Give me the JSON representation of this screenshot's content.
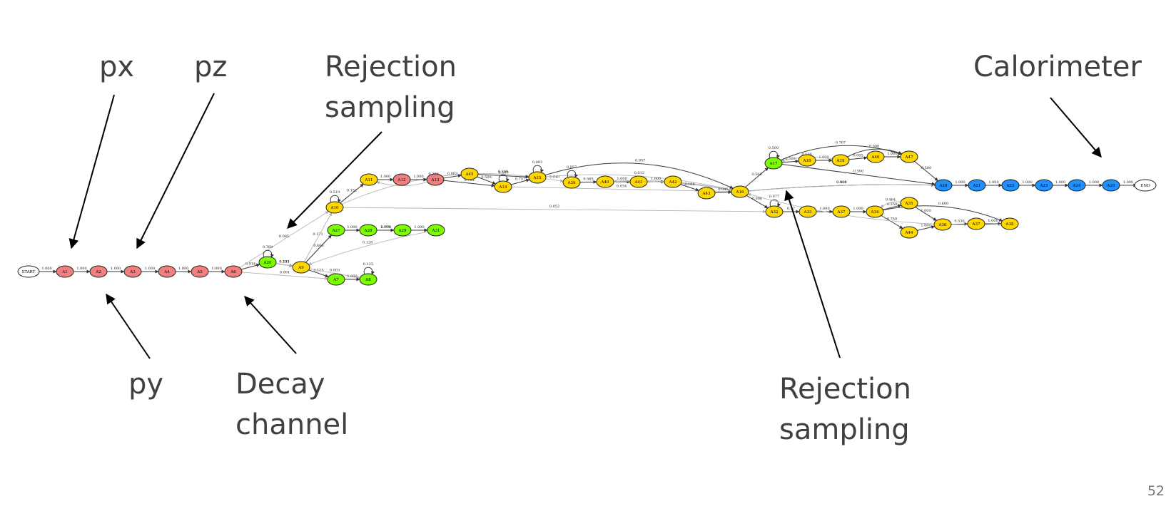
{
  "slide": {
    "page_number": "52"
  },
  "callouts": {
    "px": "px",
    "pz": "pz",
    "py": "py",
    "rejection_top_1": "Rejection",
    "rejection_top_2": "sampling",
    "decay_1": "Decay",
    "decay_2": "channel",
    "rejection_bottom_1": "Rejection",
    "rejection_bottom_2": "sampling",
    "calorimeter": "Calorimeter"
  },
  "colors": {
    "red": "#f08080",
    "green": "#7cfc00",
    "yellow": "#ffd700",
    "blue": "#1e90ff",
    "white": "#ffffff",
    "edge": "#333333",
    "soft_edge": "#b0b0b0"
  },
  "graph": {
    "nodes": [
      {
        "id": "START",
        "label": "START",
        "color": "white"
      },
      {
        "id": "n1",
        "label": "A1",
        "color": "red"
      },
      {
        "id": "n2",
        "label": "A2",
        "color": "red"
      },
      {
        "id": "n3",
        "label": "A3",
        "color": "red"
      },
      {
        "id": "n4",
        "label": "A4",
        "color": "red"
      },
      {
        "id": "n5",
        "label": "A5",
        "color": "red"
      },
      {
        "id": "n6",
        "label": "A6",
        "color": "red"
      },
      {
        "id": "n7",
        "label": "A20",
        "color": "green"
      },
      {
        "id": "n8",
        "label": "A9",
        "color": "yellow"
      },
      {
        "id": "n9",
        "label": "A10",
        "color": "yellow"
      },
      {
        "id": "n10",
        "label": "A27",
        "color": "green"
      },
      {
        "id": "n11",
        "label": "A28",
        "color": "green"
      },
      {
        "id": "n12",
        "label": "A29",
        "color": "green"
      },
      {
        "id": "n13",
        "label": "A31",
        "color": "green"
      },
      {
        "id": "n14",
        "label": "A7",
        "color": "green"
      },
      {
        "id": "n15",
        "label": "A8",
        "color": "green"
      },
      {
        "id": "n16",
        "label": "A11",
        "color": "yellow"
      },
      {
        "id": "n17",
        "label": "A12",
        "color": "red"
      },
      {
        "id": "n18",
        "label": "A13",
        "color": "red"
      },
      {
        "id": "n19",
        "label": "A45",
        "color": "yellow"
      },
      {
        "id": "n20",
        "label": "A14",
        "color": "yellow"
      },
      {
        "id": "n21",
        "label": "A15",
        "color": "yellow"
      },
      {
        "id": "n22",
        "label": "A39",
        "color": "yellow"
      },
      {
        "id": "n23",
        "label": "A40",
        "color": "yellow"
      },
      {
        "id": "n24",
        "label": "A41",
        "color": "yellow"
      },
      {
        "id": "n25",
        "label": "A42",
        "color": "yellow"
      },
      {
        "id": "n26",
        "label": "A43",
        "color": "yellow"
      },
      {
        "id": "n27",
        "label": "A16",
        "color": "yellow"
      },
      {
        "id": "n28",
        "label": "A17",
        "color": "green"
      },
      {
        "id": "n29",
        "label": "A18",
        "color": "yellow"
      },
      {
        "id": "n30",
        "label": "A19",
        "color": "yellow"
      },
      {
        "id": "n31",
        "label": "A46",
        "color": "yellow"
      },
      {
        "id": "n32",
        "label": "A47",
        "color": "yellow"
      },
      {
        "id": "n33",
        "label": "A32",
        "color": "yellow"
      },
      {
        "id": "n34",
        "label": "A33",
        "color": "yellow"
      },
      {
        "id": "n35",
        "label": "A37",
        "color": "yellow"
      },
      {
        "id": "n36",
        "label": "A34",
        "color": "yellow"
      },
      {
        "id": "n37",
        "label": "A35",
        "color": "yellow"
      },
      {
        "id": "n38",
        "label": "A44",
        "color": "yellow"
      },
      {
        "id": "n39",
        "label": "A36",
        "color": "yellow"
      },
      {
        "id": "n40",
        "label": "A37",
        "color": "yellow"
      },
      {
        "id": "n41",
        "label": "A38",
        "color": "yellow"
      },
      {
        "id": "n42",
        "label": "A20",
        "color": "blue"
      },
      {
        "id": "n43",
        "label": "A21",
        "color": "blue"
      },
      {
        "id": "n44",
        "label": "A22",
        "color": "blue"
      },
      {
        "id": "n45",
        "label": "A23",
        "color": "blue"
      },
      {
        "id": "n46",
        "label": "A24",
        "color": "blue"
      },
      {
        "id": "n47",
        "label": "A25",
        "color": "blue"
      },
      {
        "id": "END",
        "label": "END",
        "color": "white"
      }
    ],
    "edges": [
      {
        "from": "START",
        "to": "n1",
        "label": "1.000"
      },
      {
        "from": "n1",
        "to": "n2",
        "label": "1.000"
      },
      {
        "from": "n2",
        "to": "n3",
        "label": "1.000"
      },
      {
        "from": "n3",
        "to": "n4",
        "label": "1.000"
      },
      {
        "from": "n4",
        "to": "n5",
        "label": "1.000"
      },
      {
        "from": "n5",
        "to": "n6",
        "label": "1.000"
      },
      {
        "from": "n6",
        "to": "n7",
        "label": "0.914"
      },
      {
        "from": "n6",
        "to": "n9",
        "label": "0.085",
        "soft": true
      },
      {
        "from": "n6",
        "to": "n14",
        "label": "0.001",
        "soft": true
      },
      {
        "from": "n7",
        "to": "n7",
        "label": "0.769",
        "self": true
      },
      {
        "from": "n7",
        "to": "n8",
        "label": "0.143"
      },
      {
        "from": "n7",
        "to": "n8",
        "label": "0.231",
        "soft": true,
        "rev": true
      },
      {
        "from": "n8",
        "to": "n9",
        "label": "0.171",
        "soft": true
      },
      {
        "from": "n8",
        "to": "n10",
        "label": "0.666"
      },
      {
        "from": "n8",
        "to": "n14",
        "label": "0.125"
      },
      {
        "from": "n8",
        "to": "n15",
        "label": "0.003",
        "soft": true
      },
      {
        "from": "n9",
        "to": "n9",
        "label": "0.519",
        "self": true
      },
      {
        "from": "n9",
        "to": "n16",
        "label": "0.152"
      },
      {
        "from": "n9",
        "to": "n21",
        "label": "0.266",
        "soft": true
      },
      {
        "from": "n9",
        "to": "n33",
        "label": "0.052",
        "soft": true
      },
      {
        "from": "n10",
        "to": "n11",
        "label": "1.000"
      },
      {
        "from": "n10",
        "to": "n13",
        "label": "0.770"
      },
      {
        "from": "n11",
        "to": "n12",
        "label": "1.000"
      },
      {
        "from": "n12",
        "to": "n13",
        "label": "1.000"
      },
      {
        "from": "n13",
        "to": "n8",
        "label": "0.128",
        "soft": true
      },
      {
        "from": "n14",
        "to": "n15",
        "label": "1.000"
      },
      {
        "from": "n15",
        "to": "n15",
        "label": "0.125",
        "self": true
      },
      {
        "from": "n16",
        "to": "n17",
        "label": "1.000"
      },
      {
        "from": "n17",
        "to": "n18",
        "label": "1.000"
      },
      {
        "from": "n18",
        "to": "n16",
        "label": "0.233",
        "soft": true
      },
      {
        "from": "n18",
        "to": "n19",
        "label": "0.003"
      },
      {
        "from": "n18",
        "to": "n20",
        "label": "0.705"
      },
      {
        "from": "n19",
        "to": "n20",
        "label": "0.500"
      },
      {
        "from": "n19",
        "to": "n21",
        "label": "0.500"
      },
      {
        "from": "n20",
        "to": "n20",
        "label": "0.200",
        "self": true
      },
      {
        "from": "n20",
        "to": "n21",
        "label": "0.757"
      },
      {
        "from": "n20",
        "to": "n27",
        "label": "0.034",
        "soft": true
      },
      {
        "from": "n21",
        "to": "n21",
        "label": "0.003",
        "self": true
      },
      {
        "from": "n21",
        "to": "n22",
        "label": "0.040",
        "soft": true
      },
      {
        "from": "n21",
        "to": "n27",
        "label": "0.957"
      },
      {
        "from": "n21",
        "to": "n27",
        "label": "0.012",
        "soft": true
      },
      {
        "from": "n22",
        "to": "n22",
        "label": "0.057",
        "self": true
      },
      {
        "from": "n22",
        "to": "n23",
        "label": "0.565"
      },
      {
        "from": "n23",
        "to": "n24",
        "label": "1.000"
      },
      {
        "from": "n24",
        "to": "n25",
        "label": "1.000"
      },
      {
        "from": "n23",
        "to": "n27",
        "label": "0.146",
        "soft": true
      },
      {
        "from": "n27",
        "to": "n23",
        "label": "0.057",
        "soft": true
      },
      {
        "from": "n25",
        "to": "n26",
        "label": "0.108"
      },
      {
        "from": "n26",
        "to": "n27",
        "label": "0.045"
      },
      {
        "from": "n27",
        "to": "n28",
        "label": "0.506"
      },
      {
        "from": "n27",
        "to": "n33",
        "label": "0.006"
      },
      {
        "from": "n27",
        "to": "n42",
        "label": "0.400"
      },
      {
        "from": "n27",
        "to": "n42",
        "label": "0.004",
        "soft": true
      },
      {
        "from": "n28",
        "to": "n28",
        "label": "0.500",
        "self": true
      },
      {
        "from": "n28",
        "to": "n29",
        "label": "0.500"
      },
      {
        "from": "n28",
        "to": "n42",
        "label": "0.500"
      },
      {
        "from": "n29",
        "to": "n30",
        "label": "1.000"
      },
      {
        "from": "n30",
        "to": "n28",
        "label": "0.100",
        "soft": true
      },
      {
        "from": "n30",
        "to": "n31",
        "label": "0.005"
      },
      {
        "from": "n31",
        "to": "n32",
        "label": "1.000"
      },
      {
        "from": "n30",
        "to": "n32",
        "label": "0.500"
      },
      {
        "from": "n28",
        "to": "n32",
        "label": "0.767"
      },
      {
        "from": "n32",
        "to": "n42",
        "label": "0.500"
      },
      {
        "from": "n33",
        "to": "n33",
        "label": "0.077",
        "self": true
      },
      {
        "from": "n33",
        "to": "n34",
        "label": "0.77"
      },
      {
        "from": "n34",
        "to": "n35",
        "label": "1.000"
      },
      {
        "from": "n35",
        "to": "n36",
        "label": "1.000"
      },
      {
        "from": "n36",
        "to": "n37",
        "label": "0.250"
      },
      {
        "from": "n36",
        "to": "n38",
        "label": "0.750"
      },
      {
        "from": "n37",
        "to": "n39",
        "label": "1.000"
      },
      {
        "from": "n37",
        "to": "n36",
        "label": "0.464",
        "soft": true
      },
      {
        "from": "n38",
        "to": "n39",
        "label": "1.000"
      },
      {
        "from": "n39",
        "to": "n40",
        "label": "0.536"
      },
      {
        "from": "n40",
        "to": "n41",
        "label": "1.000"
      },
      {
        "from": "n36",
        "to": "n41",
        "label": "0.600"
      },
      {
        "from": "n41",
        "to": "n27",
        "label": "",
        "soft": true
      },
      {
        "from": "n42",
        "to": "n43",
        "label": "1.000"
      },
      {
        "from": "n43",
        "to": "n44",
        "label": "1.000"
      },
      {
        "from": "n44",
        "to": "n45",
        "label": "1.000"
      },
      {
        "from": "n45",
        "to": "n46",
        "label": "1.000"
      },
      {
        "from": "n46",
        "to": "n47",
        "label": "1.000"
      },
      {
        "from": "n47",
        "to": "END",
        "label": "1.000"
      }
    ]
  }
}
